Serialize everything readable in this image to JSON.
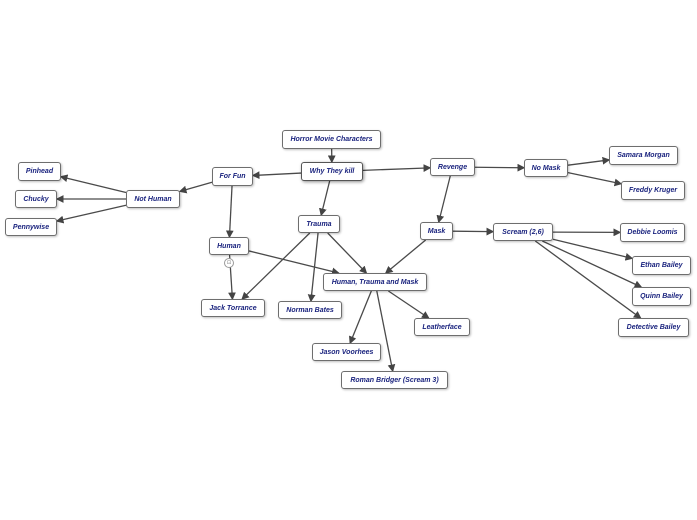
{
  "mindmap": {
    "nodes": [
      {
        "id": "root",
        "label": "Horror Movie Characters"
      },
      {
        "id": "why",
        "label": "Why They kill"
      },
      {
        "id": "forfun",
        "label": "For Fun"
      },
      {
        "id": "nothuman",
        "label": "Not Human"
      },
      {
        "id": "pinhead",
        "label": "Pinhead"
      },
      {
        "id": "chucky",
        "label": "Chucky"
      },
      {
        "id": "pennywise",
        "label": "Pennywise"
      },
      {
        "id": "human",
        "label": "Human"
      },
      {
        "id": "jack",
        "label": "Jack Torrance"
      },
      {
        "id": "trauma",
        "label": "Trauma"
      },
      {
        "id": "norman",
        "label": "Norman Bates"
      },
      {
        "id": "htm",
        "label": "Human, Trauma and Mask"
      },
      {
        "id": "jason",
        "label": "Jason Voorhees"
      },
      {
        "id": "roman",
        "label": "Roman Bridger (Scream 3)"
      },
      {
        "id": "leather",
        "label": "Leatherface"
      },
      {
        "id": "revenge",
        "label": "Revenge"
      },
      {
        "id": "mask",
        "label": "Mask"
      },
      {
        "id": "scream",
        "label": "Scream (2,6)"
      },
      {
        "id": "nomask",
        "label": "No Mask"
      },
      {
        "id": "samara",
        "label": "Samara Morgan"
      },
      {
        "id": "freddy",
        "label": "Freddy Kruger"
      },
      {
        "id": "debbie",
        "label": "Debbie Loomis"
      },
      {
        "id": "ethan",
        "label": "Ethan Bailey"
      },
      {
        "id": "quinn",
        "label": "Quinn Bailey"
      },
      {
        "id": "detective",
        "label": "Detective Bailey"
      }
    ],
    "edges": [
      [
        "root",
        "why"
      ],
      [
        "why",
        "forfun"
      ],
      [
        "forfun",
        "nothuman"
      ],
      [
        "nothuman",
        "pinhead"
      ],
      [
        "nothuman",
        "chucky"
      ],
      [
        "nothuman",
        "pennywise"
      ],
      [
        "forfun",
        "human"
      ],
      [
        "human",
        "jack"
      ],
      [
        "human",
        "htm"
      ],
      [
        "why",
        "trauma"
      ],
      [
        "trauma",
        "jack"
      ],
      [
        "trauma",
        "norman"
      ],
      [
        "trauma",
        "htm"
      ],
      [
        "htm",
        "jason"
      ],
      [
        "htm",
        "roman"
      ],
      [
        "htm",
        "leather"
      ],
      [
        "why",
        "revenge"
      ],
      [
        "revenge",
        "mask"
      ],
      [
        "mask",
        "htm"
      ],
      [
        "mask",
        "scream"
      ],
      [
        "revenge",
        "nomask"
      ],
      [
        "nomask",
        "samara"
      ],
      [
        "nomask",
        "freddy"
      ],
      [
        "scream",
        "debbie"
      ],
      [
        "scream",
        "ethan"
      ],
      [
        "scream",
        "quinn"
      ],
      [
        "scream",
        "detective"
      ]
    ],
    "collapse_toggle": {
      "node": "human",
      "glyph": "⊡"
    },
    "selected_node": "why"
  }
}
